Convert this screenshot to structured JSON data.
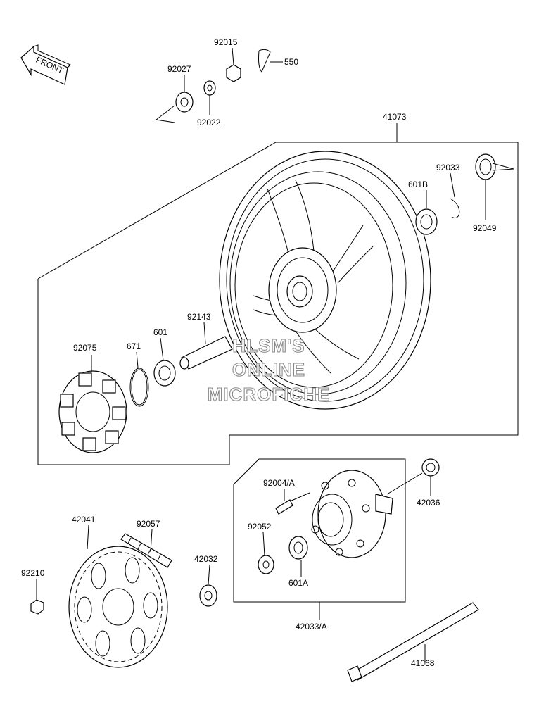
{
  "front_label": "FRONT",
  "watermark": [
    "HLSM'S",
    "ONLINE",
    "MICROFICHE"
  ],
  "parts": {
    "p92015": "92015",
    "p550": "550",
    "p92027": "92027",
    "p92022": "92022",
    "p41073": "41073",
    "p92033": "92033",
    "p601B": "601B",
    "p92049": "92049",
    "p92143": "92143",
    "p92075": "92075",
    "p671": "671",
    "p601": "601",
    "p92004A": "92004/A",
    "p42036": "42036",
    "p42041": "42041",
    "p92057": "92057",
    "p92052": "92052",
    "p42032": "42032",
    "p92210": "92210",
    "p601A": "601A",
    "p42033A": "42033/A",
    "p41068": "41068"
  }
}
